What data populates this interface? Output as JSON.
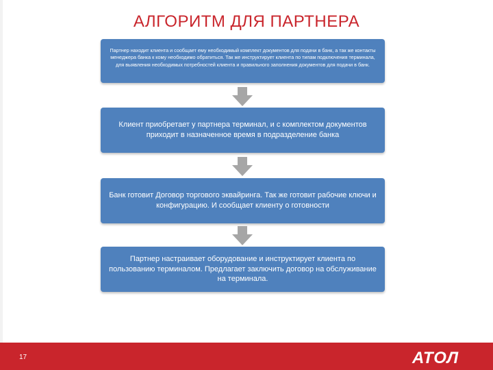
{
  "title": "АЛГОРИТМ ДЛЯ ПАРТНЕРА",
  "steps": [
    {
      "text": "Партнер находит клиента и сообщает ему необходимый комплект документов для подачи в банк, а так же контакты менеджера банка к кому необходимо обратиться. Так же инструктирует клиента по типам подключения терминала, для выявления необходимых потребностей клиента и правильного заполнения документов для подачи в банк."
    },
    {
      "text": "Клиент приобретает у партнера терминал, и с комплектом документов приходит в назначенное время в подразделение банка"
    },
    {
      "text": "Банк готовит Договор торгового эквайринга. Так же готовит рабочие ключи и конфигурацию. И сообщает клиенту о готовности"
    },
    {
      "text": "Партнер настраивает оборудование и инструктирует клиента по пользованию терминалом. Предлагает заключить договор на обслуживание на терминала."
    }
  ],
  "footer": {
    "page_number": "17",
    "logo_text": "АТОЛ"
  },
  "colors": {
    "title": "#c9252c",
    "box_fill": "#4f81bd",
    "arrow_fill": "#a6a6a6",
    "footer_bar": "#c9252c"
  }
}
